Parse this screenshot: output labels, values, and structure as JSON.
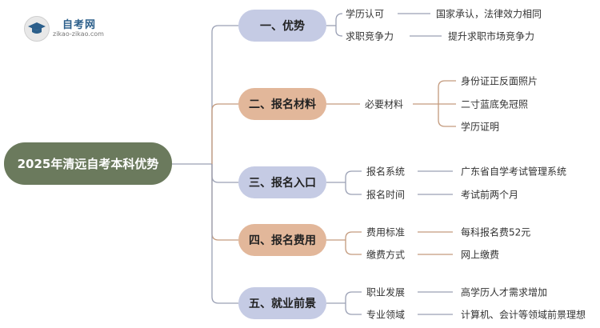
{
  "logo": {
    "name": "自考网",
    "url": "zikao-zikao.com"
  },
  "mindmap": {
    "root": "2025年清远自考本科优势",
    "branches": [
      {
        "label": "一、优势",
        "color": "#c5cbe4",
        "children": [
          {
            "label": "学历认可",
            "details": [
              "国家承认，法律效力相同"
            ]
          },
          {
            "label": "求职竞争力",
            "details": [
              "提升求职市场竞争力"
            ]
          }
        ]
      },
      {
        "label": "二、报名材料",
        "color": "#e2b79a",
        "children": [
          {
            "label": "必要材料",
            "details": [
              "身份证正反面照片",
              "二寸蓝底免冠照",
              "学历证明"
            ]
          }
        ]
      },
      {
        "label": "三、报名入口",
        "color": "#c5cbe4",
        "children": [
          {
            "label": "报名系统",
            "details": [
              "广东省自学考试管理系统"
            ]
          },
          {
            "label": "报名时间",
            "details": [
              "考试前两个月"
            ]
          }
        ]
      },
      {
        "label": "四、报名费用",
        "color": "#e2b79a",
        "children": [
          {
            "label": "费用标准",
            "details": [
              "每科报名费52元"
            ]
          },
          {
            "label": "缴费方式",
            "details": [
              "网上缴费"
            ]
          }
        ]
      },
      {
        "label": "五、就业前景",
        "color": "#c5cbe4",
        "children": [
          {
            "label": "职业发展",
            "details": [
              "高学历人才需求增加"
            ]
          },
          {
            "label": "专业领域",
            "details": [
              "计算机、会计等领域前景理想"
            ]
          }
        ]
      }
    ]
  }
}
